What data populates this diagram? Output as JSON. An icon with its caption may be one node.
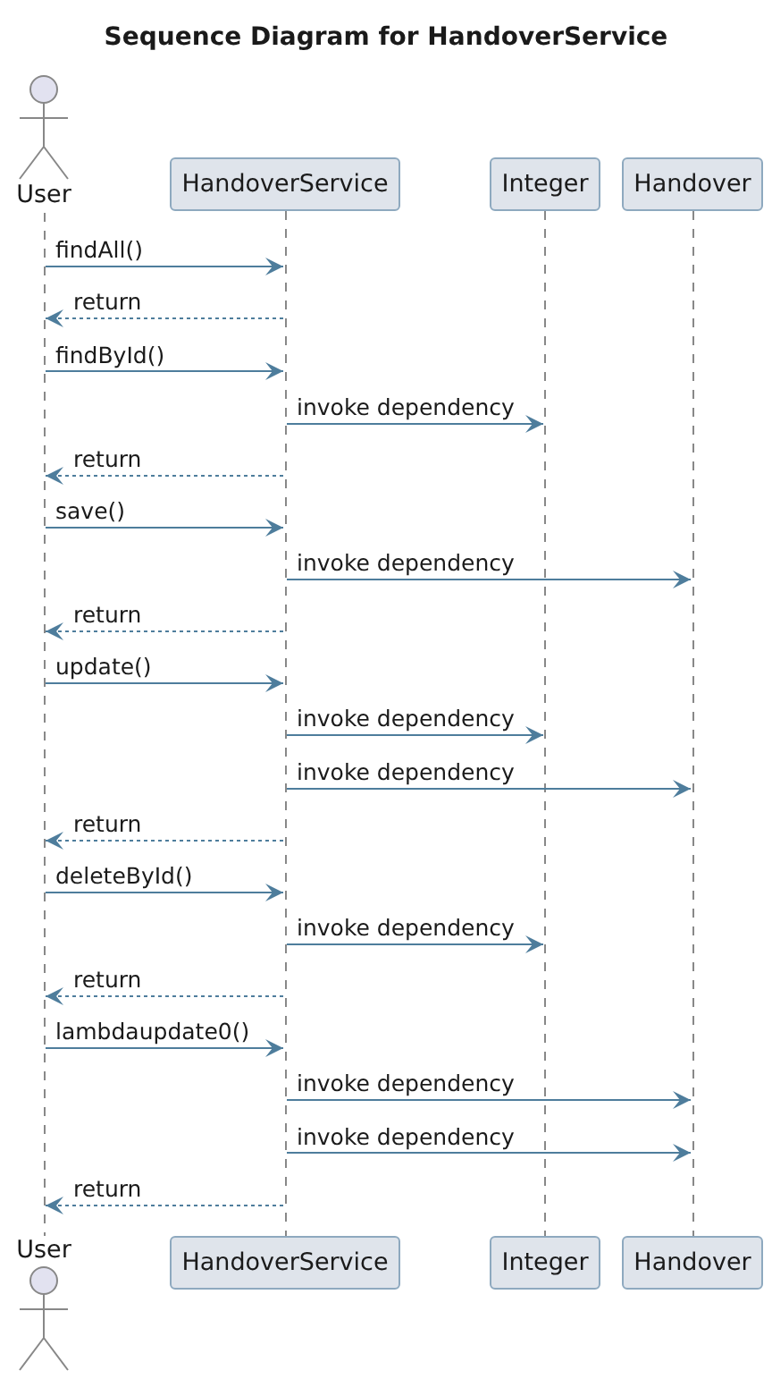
{
  "diagram": {
    "title": "Sequence Diagram for HandoverService",
    "nodes": [
      {
        "text": [
          "User"
        ]
      },
      {
        "text": [
          "HandoverService"
        ]
      },
      {
        "text": [
          "Integer"
        ]
      },
      {
        "text": [
          "Handover"
        ]
      },
      {
        "text": [],
        "shape": "line"
      },
      {
        "text": [],
        "shape": "line"
      },
      {
        "text": [],
        "shape": "line"
      },
      {
        "text": [],
        "shape": "line"
      },
      {
        "text": [
          "User"
        ]
      },
      {
        "text": [
          "HandoverService"
        ]
      },
      {
        "text": [
          "Integer"
        ]
      },
      {
        "text": [
          "Handover"
        ]
      }
    ],
    "edges": [
      {
        "from": 4,
        "to": 5,
        "arrow": "to",
        "label": "findAll()"
      },
      {
        "from": 5,
        "to": 4,
        "arrow": "to",
        "label": "return",
        "style": "dashed"
      },
      {
        "from": 4,
        "to": 5,
        "arrow": "to",
        "label": "findById()"
      },
      {
        "from": 5,
        "to": 6,
        "arrow": "to",
        "label": "invoke dependency"
      },
      {
        "from": 5,
        "to": 4,
        "arrow": "to",
        "label": "return",
        "style": "dashed"
      },
      {
        "from": 4,
        "to": 5,
        "arrow": "to",
        "label": "save()"
      },
      {
        "from": 5,
        "to": 7,
        "arrow": "to",
        "label": "invoke dependency"
      },
      {
        "from": 5,
        "to": 4,
        "arrow": "to",
        "label": "return",
        "style": "dashed"
      },
      {
        "from": 4,
        "to": 5,
        "arrow": "to",
        "label": "update()"
      },
      {
        "from": 5,
        "to": 6,
        "arrow": "to",
        "label": "invoke dependency"
      },
      {
        "from": 5,
        "to": 7,
        "arrow": "to",
        "label": "invoke dependency"
      },
      {
        "from": 5,
        "to": 4,
        "arrow": "to",
        "label": "return",
        "style": "dashed"
      },
      {
        "from": 4,
        "to": 5,
        "arrow": "to",
        "label": "deleteById()"
      },
      {
        "from": 5,
        "to": 6,
        "arrow": "to",
        "label": "invoke dependency"
      },
      {
        "from": 5,
        "to": 4,
        "arrow": "to",
        "label": "return",
        "style": "dashed"
      },
      {
        "from": 4,
        "to": 5,
        "arrow": "to",
        "label": "lambdaupdate0()"
      },
      {
        "from": 5,
        "to": 7,
        "arrow": "to",
        "label": "invoke dependency"
      },
      {
        "from": 5,
        "to": 7,
        "arrow": "to",
        "label": "invoke dependency"
      },
      {
        "from": 5,
        "to": 4,
        "arrow": "to",
        "label": "return",
        "style": "dashed"
      }
    ]
  }
}
